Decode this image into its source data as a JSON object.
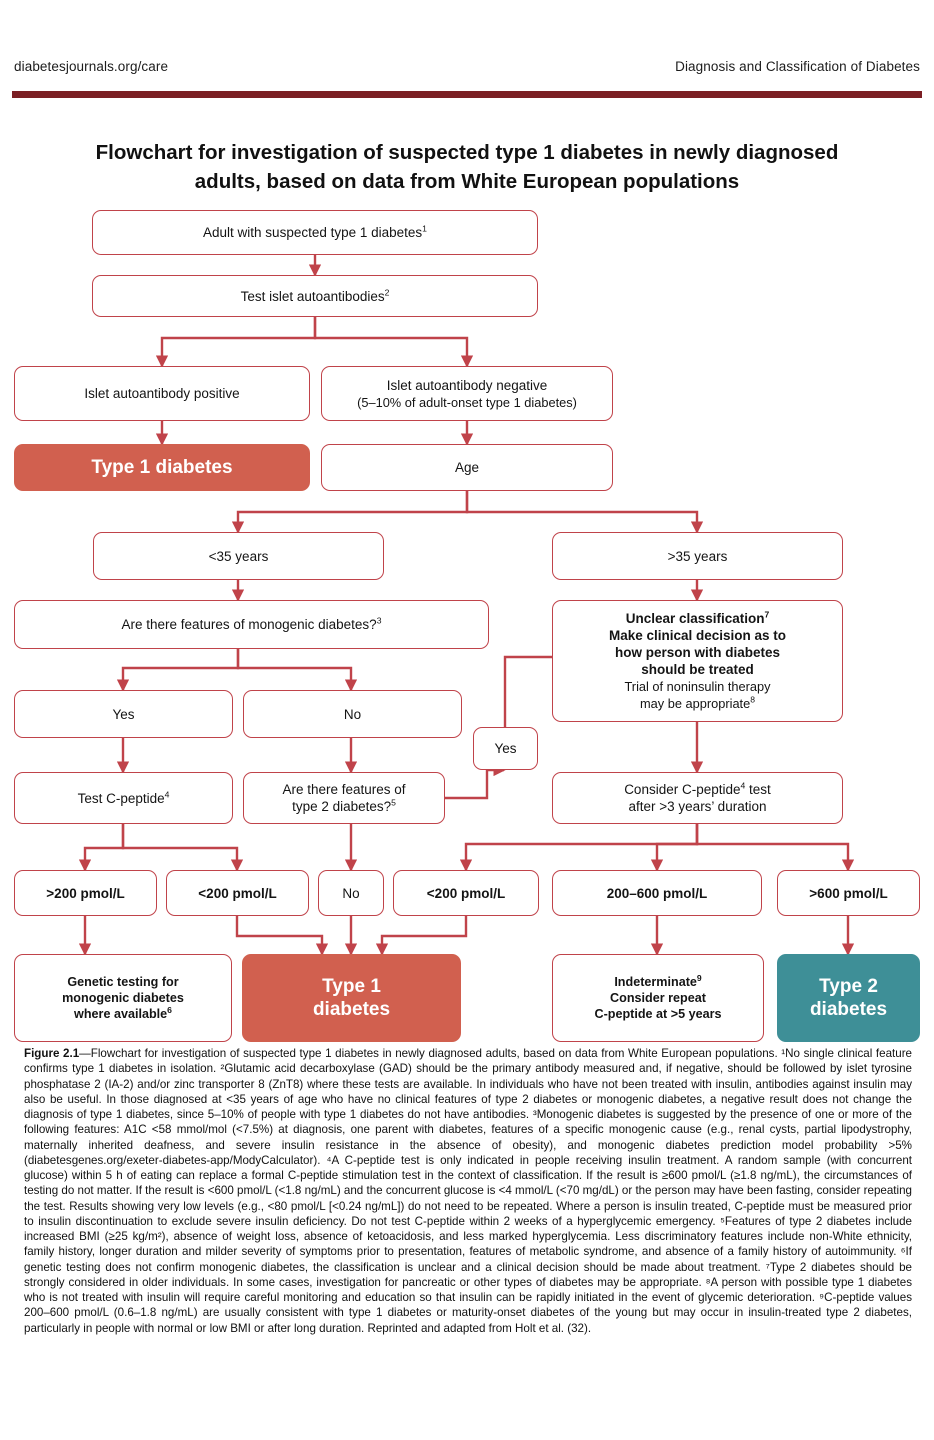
{
  "header": {
    "left": "diabetesjournals.org/care",
    "right": "Diagnosis and Classification of Diabetes"
  },
  "figure": {
    "title_line1": "Flowchart for investigation of suspected type 1 diabetes in newly",
    "title_line2": "diagnosed adults, based on data from White European populations"
  },
  "colors": {
    "rule": "#7b1f24",
    "box_border": "#c0434a",
    "arrow": "#c0434a",
    "type1_fill": "#d1604f",
    "type2_fill": "#3e8f97"
  },
  "chart_data": {
    "type": "flowchart",
    "title": "Flowchart for investigation of suspected type 1 diabetes in newly diagnosed adults, based on data from White European populations",
    "nodes": [
      {
        "id": "n1",
        "label": "Adult with suspected type 1 diabetes",
        "sup": "1",
        "style": "outline"
      },
      {
        "id": "n2",
        "label": "Test islet autoantibodies",
        "sup": "2",
        "style": "outline"
      },
      {
        "id": "n3",
        "label": "Islet autoantibody positive",
        "style": "outline"
      },
      {
        "id": "n4",
        "label": "Islet autoantibody negative",
        "sublabel": "(5–10% of adult-onset type 1 diabetes)",
        "style": "outline"
      },
      {
        "id": "n5",
        "label": "Type 1 diabetes",
        "style": "filled-red"
      },
      {
        "id": "n6",
        "label": "Age",
        "style": "outline"
      },
      {
        "id": "n7",
        "label": "<35 years",
        "style": "outline"
      },
      {
        "id": "n8",
        "label": ">35 years",
        "style": "outline"
      },
      {
        "id": "n9",
        "label": "Are there features of monogenic diabetes?",
        "sup": "3",
        "style": "outline"
      },
      {
        "id": "n10",
        "label": "Unclear classification",
        "sup": "7",
        "line2": "Make clinical decision as to",
        "line3": "how person with diabetes",
        "line4": "should be treated",
        "line5": "Trial of noninsulin therapy",
        "line6": "may be appropriate",
        "sup2": "8",
        "style": "outline"
      },
      {
        "id": "n11",
        "label": "Yes",
        "style": "outline"
      },
      {
        "id": "n12",
        "label": "No",
        "style": "outline"
      },
      {
        "id": "n13",
        "label": "Yes",
        "style": "outline"
      },
      {
        "id": "n14",
        "label": "Test C-peptide",
        "sup": "4",
        "style": "outline"
      },
      {
        "id": "n15",
        "label": "Are there features of",
        "line2": "type 2 diabetes?",
        "sup2": "5",
        "style": "outline"
      },
      {
        "id": "n16",
        "label": "Consider C-peptide",
        "sup": "4",
        "labelcont": " test",
        "line2": "after >3 years’ duration",
        "style": "outline"
      },
      {
        "id": "n17",
        "label": ">200 pmol/L",
        "style": "outline"
      },
      {
        "id": "n18",
        "label": "<200 pmol/L",
        "style": "outline"
      },
      {
        "id": "n19",
        "label": "No",
        "style": "outline"
      },
      {
        "id": "n20",
        "label": "<200 pmol/L",
        "style": "outline"
      },
      {
        "id": "n21",
        "label": "200–600 pmol/L",
        "style": "outline"
      },
      {
        "id": "n22",
        "label": ">600 pmol/L",
        "style": "outline"
      },
      {
        "id": "n23",
        "label": "Genetic testing for",
        "line2": "monogenic diabetes",
        "line3": "where available",
        "sup3": "6",
        "style": "outline"
      },
      {
        "id": "n24",
        "label": "Type 1",
        "line2": "diabetes",
        "style": "filled-red"
      },
      {
        "id": "n25",
        "label": "Indeterminate",
        "sup": "9",
        "line2": "Consider repeat",
        "line3": "C-peptide at >5 years",
        "style": "outline"
      },
      {
        "id": "n26",
        "label": "Type 2",
        "line2": "diabetes",
        "style": "filled-teal"
      }
    ],
    "edges": [
      {
        "from": "n1",
        "to": "n2"
      },
      {
        "from": "n2",
        "to": "n3"
      },
      {
        "from": "n2",
        "to": "n4"
      },
      {
        "from": "n3",
        "to": "n5"
      },
      {
        "from": "n4",
        "to": "n6"
      },
      {
        "from": "n6",
        "to": "n7"
      },
      {
        "from": "n6",
        "to": "n8"
      },
      {
        "from": "n7",
        "to": "n9"
      },
      {
        "from": "n8",
        "to": "n10"
      },
      {
        "from": "n9",
        "to": "n11"
      },
      {
        "from": "n9",
        "to": "n12"
      },
      {
        "from": "n13",
        "to": "n10"
      },
      {
        "from": "n10",
        "to": "n16"
      },
      {
        "from": "n11",
        "to": "n14"
      },
      {
        "from": "n12",
        "to": "n15"
      },
      {
        "from": "n15",
        "to": "n13"
      },
      {
        "from": "n14",
        "to": "n17"
      },
      {
        "from": "n14",
        "to": "n18"
      },
      {
        "from": "n15",
        "to": "n19"
      },
      {
        "from": "n16",
        "to": "n20"
      },
      {
        "from": "n16",
        "to": "n21"
      },
      {
        "from": "n16",
        "to": "n22"
      },
      {
        "from": "n17",
        "to": "n23"
      },
      {
        "from": "n18",
        "to": "n24"
      },
      {
        "from": "n19",
        "to": "n24"
      },
      {
        "from": "n20",
        "to": "n24"
      },
      {
        "from": "n21",
        "to": "n25"
      },
      {
        "from": "n22",
        "to": "n26"
      }
    ]
  },
  "caption": {
    "figure_label": "Figure 2.1",
    "text": "—Flowchart for investigation of suspected type 1 diabetes in newly diagnosed adults, based on data from White European populations. ¹No single clinical feature confirms type 1 diabetes in isolation. ²Glutamic acid decarboxylase (GAD) should be the primary antibody measured and, if negative, should be followed by islet tyrosine phosphatase 2 (IA-2) and/or zinc transporter 8 (ZnT8) where these tests are available. In individuals who have not been treated with insulin, antibodies against insulin may also be useful. In those diagnosed at <35 years of age who have no clinical features of type 2 diabetes or monogenic diabetes, a negative result does not change the diagnosis of type 1 diabetes, since 5–10% of people with type 1 diabetes do not have antibodies. ³Monogenic diabetes is suggested by the presence of one or more of the following features: A1C <58 mmol/mol (<7.5%) at diagnosis, one parent with diabetes, features of a specific monogenic cause (e.g., renal cysts, partial lipodystrophy, maternally inherited deafness, and severe insulin resistance in the absence of obesity), and monogenic diabetes prediction model probability >5% (diabetesgenes.org/exeter-diabetes-app/ModyCalculator). ⁴A C-peptide test is only indicated in people receiving insulin treatment. A random sample (with concurrent glucose) within 5 h of eating can replace a formal C-peptide stimulation test in the context of classification. If the result is ≥600 pmol/L (≥1.8 ng/mL), the circumstances of testing do not matter. If the result is <600 pmol/L (<1.8 ng/mL) and the concurrent glucose is <4 mmol/L (<70 mg/dL) or the person may have been fasting, consider repeating the test. Results showing very low levels (e.g., <80 pmol/L [<0.24 ng/mL]) do not need to be repeated. Where a person is insulin treated, C-peptide must be measured prior to insulin discontinuation to exclude severe insulin deficiency. Do not test C-peptide within 2 weeks of a hyperglycemic emergency. ⁵Features of type 2 diabetes include increased BMI (≥25 kg/m²), absence of weight loss, absence of ketoacidosis, and less marked hyperglycemia. Less discriminatory features include non-White ethnicity, family history, longer duration and milder severity of symptoms prior to presentation, features of metabolic syndrome, and absence of a family history of autoimmunity. ⁶If genetic testing does not confirm monogenic diabetes, the classification is unclear and a clinical decision should be made about treatment. ⁷Type 2 diabetes should be strongly considered in older individuals. In some cases, investigation for pancreatic or other types of diabetes may be appropriate. ⁸A person with possible type 1 diabetes who is not treated with insulin will require careful monitoring and education so that insulin can be rapidly initiated in the event of glycemic deterioration. ⁹C-peptide values 200–600 pmol/L (0.6–1.8 ng/mL) are usually consistent with type 1 diabetes or maturity-onset diabetes of the young but may occur in insulin-treated type 2 diabetes, particularly in people with normal or low BMI or after long duration. Reprinted and adapted from Holt et al. (32)."
  }
}
